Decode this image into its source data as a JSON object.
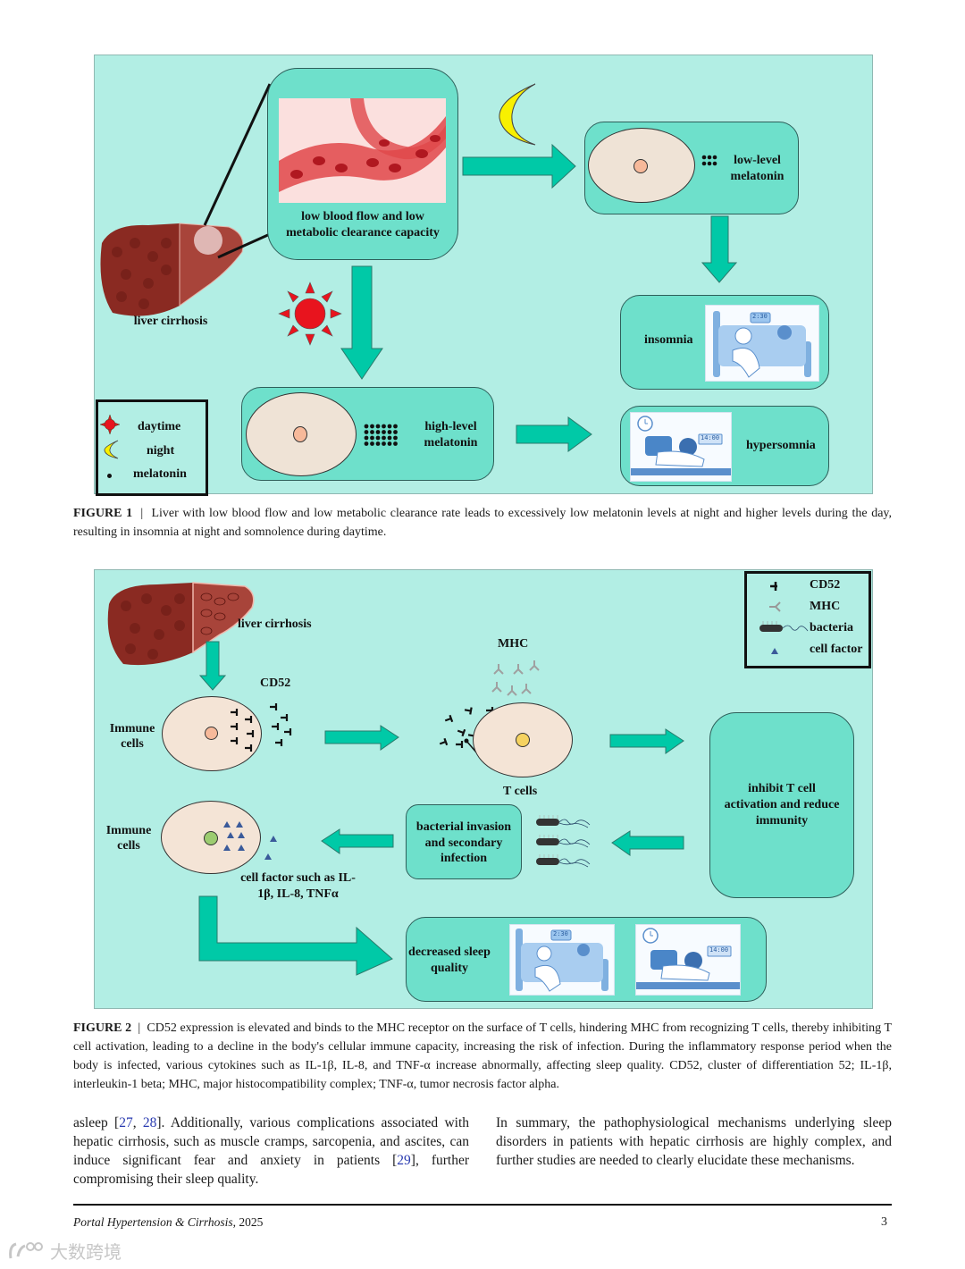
{
  "figure1": {
    "labels": {
      "liver": "liver cirrhosis",
      "blood_box": "low blood flow and low metabolic clearance capacity",
      "low_melatonin": "low-level melatonin",
      "high_melatonin": "high-level melatonin",
      "insomnia": "insomnia",
      "hypersomnia": "hypersomnia"
    },
    "legend": [
      {
        "icon": "sun-icon",
        "label": "daytime"
      },
      {
        "icon": "moon-icon",
        "label": "night"
      },
      {
        "icon": "dot-icon",
        "label": "melatonin"
      }
    ],
    "clock_insomnia": "2:30",
    "clock_hypersomnia": "14:00",
    "caption_label": "FIGURE 1",
    "caption_sep": "|",
    "caption_text": "Liver with low blood flow and low metabolic clearance rate leads to excessively low melatonin levels at night and higher levels during the day, resulting in insomnia at night and somnolence during daytime."
  },
  "figure2": {
    "labels": {
      "liver": "liver cirrhosis",
      "cd52": "CD52",
      "mhc": "MHC",
      "immune_cells_top": "Immune cells",
      "t_cells": "T cells",
      "inhibit": "inhibit T cell activation and reduce immunity",
      "bacterial": "bacterial invasion and secondary infection",
      "immune_cells_bottom": "Immune cells",
      "cell_factor": "cell factor such as IL-1β, IL-8, TNFα",
      "decreased": "decreased sleep quality"
    },
    "legend": [
      {
        "icon": "cd52-icon",
        "label": "CD52"
      },
      {
        "icon": "mhc-icon",
        "label": "MHC"
      },
      {
        "icon": "bacteria-icon",
        "label": "bacteria"
      },
      {
        "icon": "cell-factor-icon",
        "label": "cell factor"
      }
    ],
    "clock_insomnia": "2:30",
    "clock_hypersomnia": "14:00",
    "caption_label": "FIGURE 2",
    "caption_sep": "|",
    "caption_text": "CD52 expression is elevated and binds to the MHC receptor on the surface of T cells, hindering MHC from recognizing T cells, thereby inhibiting T cell activation, leading to a decline in the body's cellular immune capacity, increasing the risk of infection. During the inflammatory response period when the body is infected, various cytokines such as IL-1β, IL-8, and TNF-α increase abnormally, affecting sleep quality. CD52, cluster of differentiation 52; IL-1β, interleukin-1 beta; MHC, major histocompatibility complex; TNF-α, tumor necrosis factor alpha."
  },
  "body": {
    "left": {
      "pre": "asleep [",
      "ref1": "27",
      "mid1": ", ",
      "ref2": "28",
      "mid2": "]. Additionally, various complications associated with hepatic cirrhosis, such as muscle cramps, sarcopenia, and ascites, can induce significant fear and anxiety in patients [",
      "ref3": "29",
      "post": "], further compromising their sleep quality."
    },
    "right": "In summary, the pathophysiological mechanisms underlying sleep disorders in patients with hepatic cirrhosis are highly complex, and further studies are needed to clearly elucidate these mechanisms."
  },
  "footer": {
    "journal": "Portal Hypertension & Cirrhosis",
    "year": ", 2025",
    "page": "3"
  },
  "watermark": "大数跨境",
  "colors": {
    "figure_bg": "#b2eee4",
    "box_fill": "#6ee0cb",
    "arrow": "#00c9a7",
    "cell_fill": "#efe3d6",
    "link": "#2a3bb0"
  }
}
